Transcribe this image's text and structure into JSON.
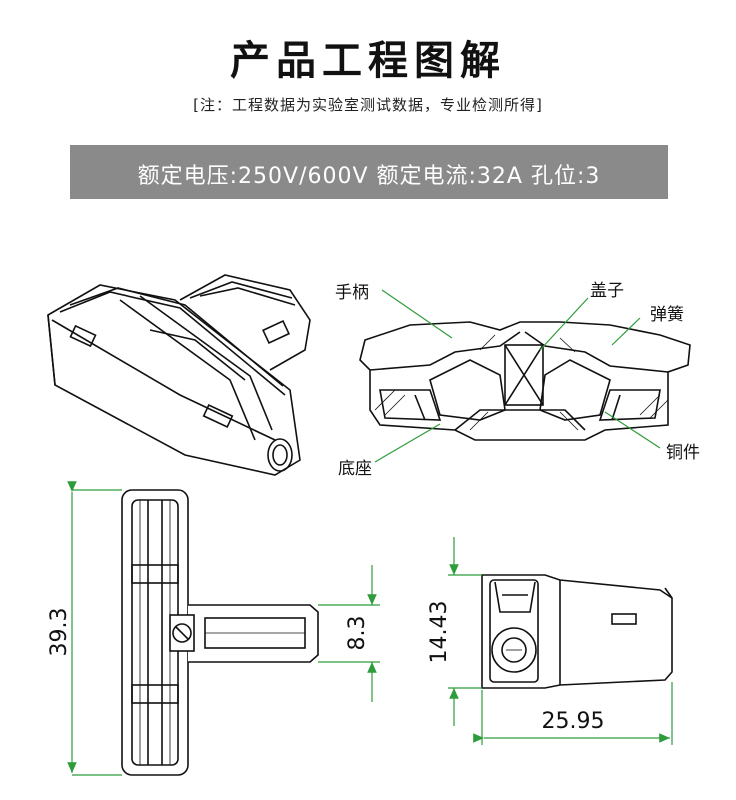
{
  "header": {
    "title": "产品工程图解",
    "note": "[注：工程数据为实验室测试数据，专业检测所得]"
  },
  "spec": {
    "text": "额定电压:250V/600V 额定电流:32A 孔位:3"
  },
  "parts": {
    "handle": "手柄",
    "cover": "盖子",
    "spring": "弹簧",
    "base": "底座",
    "copper": "铜件"
  },
  "dimensions": {
    "top_height": "39.3",
    "branch_height": "8.3",
    "side_height": "14.43",
    "side_width": "25.95"
  },
  "colors": {
    "leader": "#2e9c3a",
    "line": "#111111",
    "spec_bar": "#8a8a8a"
  }
}
